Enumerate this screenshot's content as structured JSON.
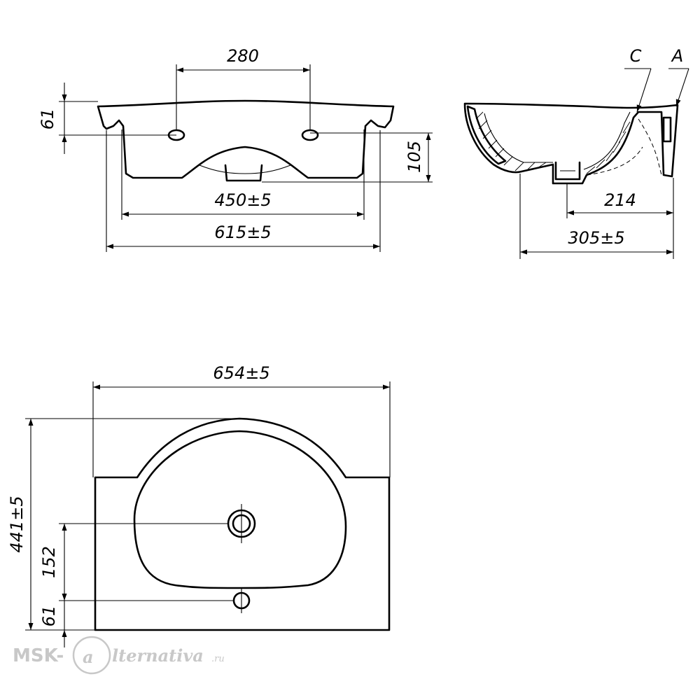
{
  "front_view": {
    "dim_width_top": "280",
    "dim_height_left": "61",
    "dim_height_right": "105",
    "dim_inner_width": "450±5",
    "dim_overall_width": "615±5"
  },
  "side_view": {
    "callout_c": "C",
    "callout_a": "A",
    "dim_drain_offset": "214",
    "dim_depth": "305±5"
  },
  "top_view": {
    "dim_width": "654±5",
    "dim_depth": "441±5",
    "dim_drain": "152",
    "dim_tap": "61"
  },
  "watermark": {
    "brand_prefix": "MSK-",
    "brand_suffix": "lternativa",
    "brand_domain": ".ru"
  }
}
